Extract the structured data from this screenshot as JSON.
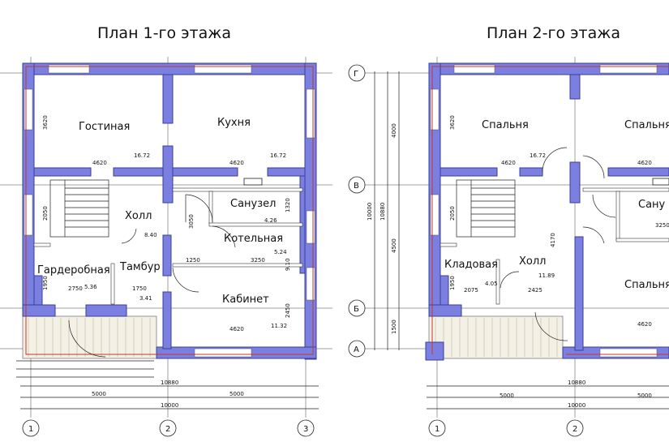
{
  "titles": {
    "plan1": "План 1-го этажа",
    "plan2": "План 2-го этажа"
  },
  "plan1": {
    "rooms": {
      "gostinaya": "Гостиная",
      "kukhnya": "Кухня",
      "holl": "Холл",
      "sanuzel": "Санузел",
      "kotelnaya": "Котельная",
      "garderobnaya": "Гардеробная",
      "tambur": "Тамбур",
      "kabinet": "Кабинет"
    },
    "areas": {
      "gostinaya": "16.72",
      "kukhnya": "16.72",
      "holl": "8.40",
      "sanuzel": "4.26",
      "kotelnaya": "5.24",
      "garderobnaya": "5.36",
      "tambur": "3.41",
      "kabinet": "11.32"
    },
    "dims": {
      "d3620": "3620",
      "d4620a": "4620",
      "d4620b": "4620",
      "d2050": "2050",
      "d1950": "1950",
      "d2750": "2750",
      "d1750": "1750",
      "d3050": "3050",
      "d1320": "1320",
      "d1250": "1250",
      "d3250": "3250",
      "d910": "9.10",
      "d2450": "2450",
      "d4620c": "4620",
      "d10880": "10880",
      "d5000a": "5000",
      "d5000b": "5000",
      "d10000": "10000"
    },
    "axes": {
      "a1": "1",
      "a2": "2",
      "a3": "3"
    }
  },
  "plan2": {
    "rooms": {
      "spalnya1": "Спальня",
      "spalnya2": "Спальня",
      "sanu": "Сану",
      "kladovaya": "Кладовая",
      "holl": "Холл",
      "spalnya3": "Спальня"
    },
    "areas": {
      "spalnya1": "16.72",
      "kladovaya": "4.05",
      "holl": "11.89"
    },
    "dims": {
      "d3620": "3620",
      "d4620a": "4620",
      "d4620b": "4620",
      "d2050": "2050",
      "d1950": "1950",
      "d2075": "2075",
      "d2425": "2425",
      "d4170": "4170",
      "d3250": "3250",
      "d4620c": "4620",
      "d10880": "10880",
      "d5000a": "5000",
      "d5000b": "5000",
      "d10000": "10000",
      "v4000": "4000",
      "v4500": "4500",
      "v1500": "1500",
      "v10000": "10000",
      "v10880": "10880"
    },
    "axes": {
      "a1": "1",
      "a2": "2",
      "g": "Г",
      "v": "В",
      "b": "Б",
      "a": "А"
    }
  }
}
